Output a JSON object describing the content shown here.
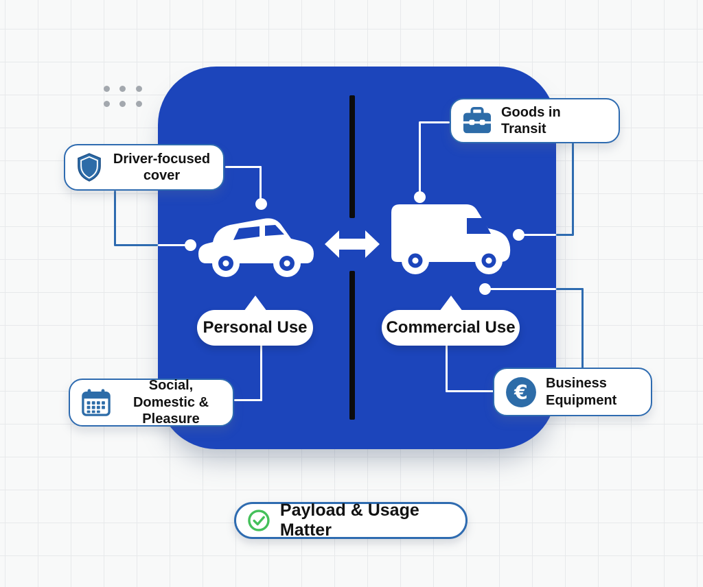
{
  "diagram": {
    "left_side": {
      "callout_top": {
        "label": "Driver-focused cover",
        "icon": "shield-icon"
      },
      "vehicle": "car-icon",
      "bubble_label": "Personal Use",
      "callout_bottom": {
        "label": "Social, Domestic & Pleasure",
        "icon": "calendar-icon"
      }
    },
    "right_side": {
      "callout_top": {
        "label": "Goods in Transit",
        "icon": "briefcase-icon"
      },
      "vehicle": "van-icon",
      "bubble_label": "Commercial Use",
      "callout_bottom": {
        "label": "Business Equipment",
        "icon": "euro-icon"
      }
    },
    "center": {
      "icon": "swap-arrow-icon",
      "divider": "vertical-black-line"
    },
    "footer": {
      "label": "Payload & Usage Matter",
      "icon": "check-icon"
    },
    "colors": {
      "panel_blue": "#1c45bb",
      "icon_blue": "#2d6ca8",
      "callout_border_blue": "#2e6bb0",
      "check_green": "#44c05a",
      "divider_black": "#0c0c0c",
      "dot_gray": "#a3a8ae"
    }
  }
}
